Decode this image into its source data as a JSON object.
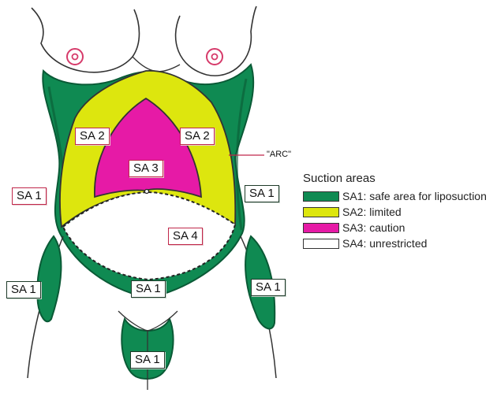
{
  "diagram": {
    "zone_labels": {
      "sa2_left": "SA 2",
      "sa2_right": "SA 2",
      "sa3": "SA 3",
      "sa4": "SA 4",
      "sa1_left_flank": "SA 1",
      "sa1_right_flank": "SA 1",
      "sa1_left_thigh": "SA 1",
      "sa1_right_thigh": "SA 1",
      "sa1_lower_abdomen": "SA 1",
      "sa1_pubic": "SA 1"
    },
    "arc_label": "\"ARC\""
  },
  "legend": {
    "title": "Suction areas",
    "items": [
      {
        "label": "SA1: safe area for liposuction",
        "color": "#0f8a52"
      },
      {
        "label": "SA2: limited",
        "color": "#dde60e"
      },
      {
        "label": "SA3: caution",
        "color": "#e61aa6"
      },
      {
        "label": "SA4: unrestricted",
        "color": "#ffffff"
      }
    ]
  },
  "colors": {
    "sa1_green": "#0f8a52",
    "sa1_dark": "#0a5a36",
    "sa2_yellow": "#dde60e",
    "sa3_magenta": "#e61aa6",
    "nipple_ring": "#d63a6a",
    "label_border": "#c0284a",
    "outline": "#333333"
  }
}
